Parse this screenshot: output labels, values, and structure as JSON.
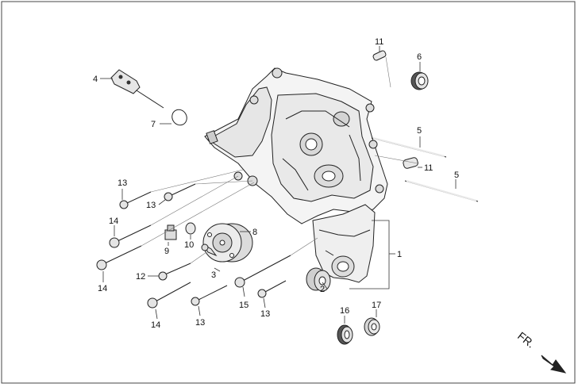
{
  "callouts": {
    "c1": "1",
    "c2": "2",
    "c3": "3",
    "c4": "4",
    "c5a": "5",
    "c5b": "5",
    "c6": "6",
    "c7": "7",
    "c8": "8",
    "c9": "9",
    "c10": "10",
    "c11a": "11",
    "c11b": "11",
    "c12": "12",
    "c13a": "13",
    "c13b": "13",
    "c13c": "13",
    "c13d": "13",
    "c14a": "14",
    "c14b": "14",
    "c14c": "14",
    "c15": "15",
    "c16": "16",
    "c17": "17"
  },
  "direction_marker": {
    "label": "FR."
  },
  "colors": {
    "line": "#222222",
    "part_fill": "#f2f2f2",
    "dark_fill": "#555555",
    "frame": "#444444"
  }
}
